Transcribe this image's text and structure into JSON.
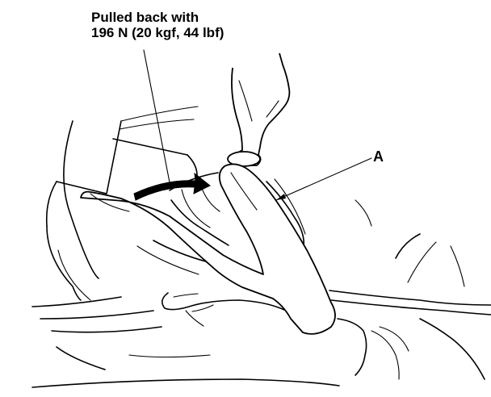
{
  "callouts": {
    "force_line1": "Pulled back with",
    "force_line2": "196 N (20 kgf, 44 lbf)",
    "part_letter": "A"
  },
  "colors": {
    "line": "#000000",
    "background": "#ffffff"
  }
}
